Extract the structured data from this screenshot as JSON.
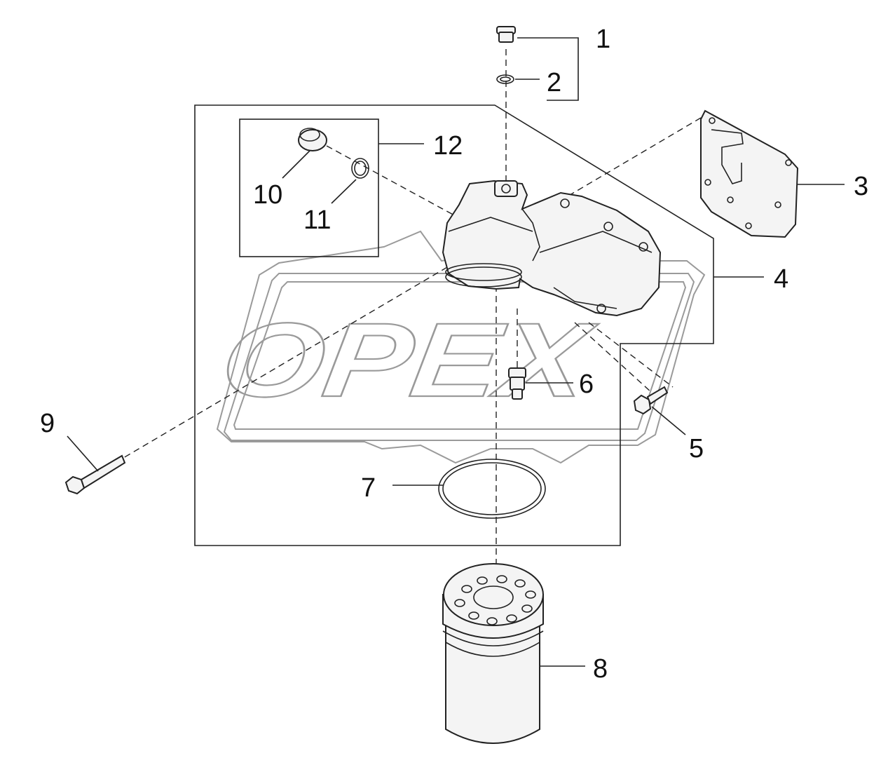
{
  "watermark": {
    "text": "OPEX"
  },
  "callouts": {
    "c1": "1",
    "c2": "2",
    "c3": "3",
    "c4": "4",
    "c5": "5",
    "c6": "6",
    "c7": "7",
    "c8": "8",
    "c9": "9",
    "c10": "10",
    "c11": "11",
    "c12": "12"
  }
}
